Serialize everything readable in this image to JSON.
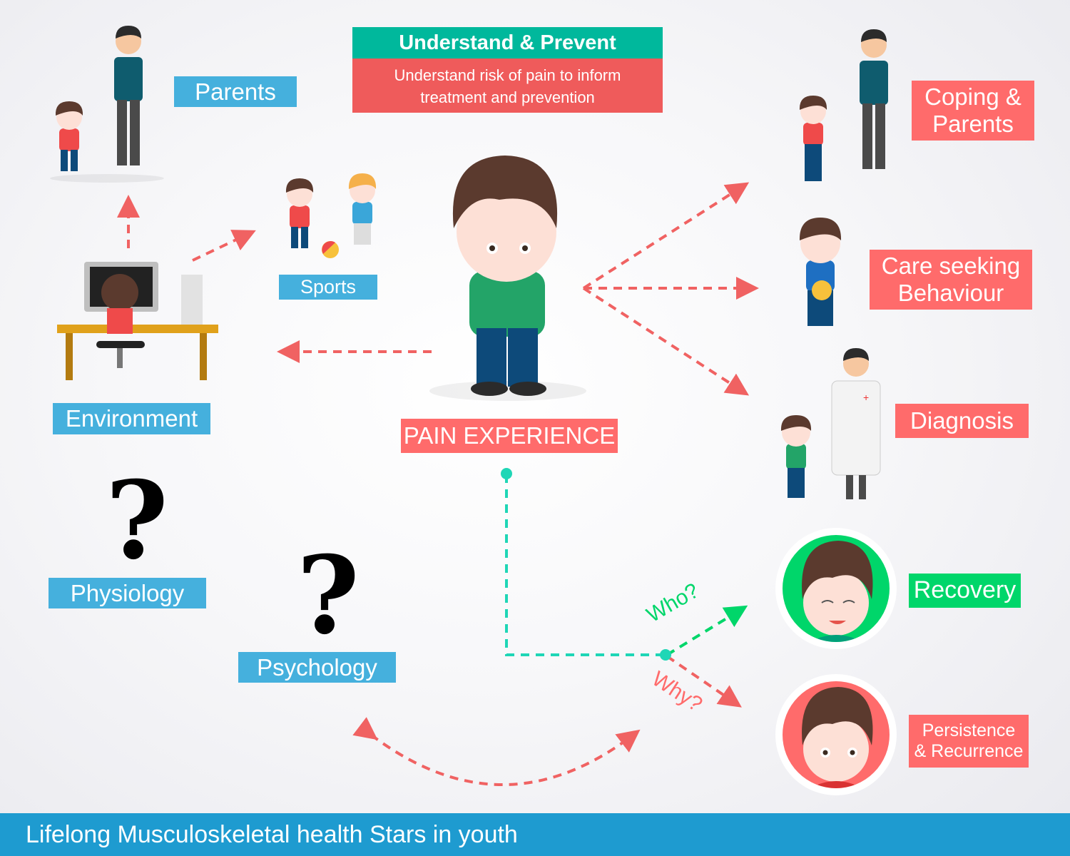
{
  "header": {
    "title": "Understand & Prevent",
    "subtitle_line1": "Understand risk of pain to inform",
    "subtitle_line2": "treatment and prevention"
  },
  "center": {
    "label": "PAIN EXPERIENCE"
  },
  "left_factors": {
    "parents": "Parents",
    "sports": "Sports",
    "environment": "Environment",
    "physiology": "Physiology",
    "psychology": "Psychology",
    "question_mark": "?"
  },
  "outcomes": {
    "coping_line1": "Coping &",
    "coping_line2": "Parents",
    "care_line1": "Care seeking",
    "care_line2": "Behaviour",
    "diagnosis": "Diagnosis",
    "recovery": "Recovery",
    "persistence_line1": "Persistence",
    "persistence_line2": "& Recurrence"
  },
  "branch": {
    "who": "Who?",
    "why": "Why?"
  },
  "footer": {
    "text": "Lifelong Musculoskeletal health Stars in youth"
  },
  "colors": {
    "blue": "#45b0dd",
    "coral": "#ff6b6b",
    "teal": "#00b89c",
    "green": "#00d66a",
    "footer": "#1e9bd0",
    "arrow": "#f06262",
    "teal_line": "#1fd6b6"
  }
}
